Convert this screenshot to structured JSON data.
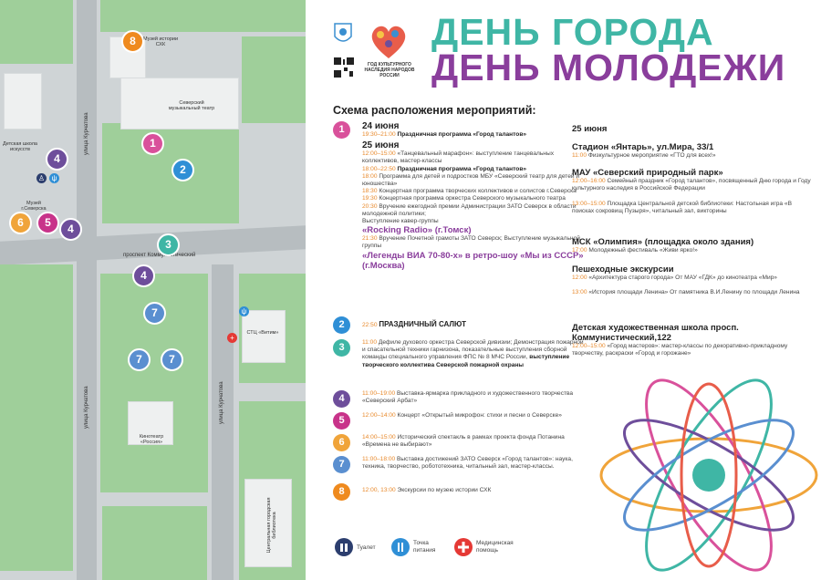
{
  "colors": {
    "m1": "#d9519b",
    "m2": "#2f8fd6",
    "m3": "#3fb6a5",
    "m4": "#6e4e9b",
    "m5": "#c8338a",
    "m6": "#f0a43a",
    "m7": "#5a8fd0",
    "m8": "#ef8a1e"
  },
  "map": {
    "street_kurchatova": "улица Курчатова",
    "prospekt": "проспект Коммунистический",
    "museum": "Музей истории СХК",
    "theatre": "Северский музыкальный театр",
    "art_school": "Детская школа искусств",
    "museum_seversk": "Музей г.Северска",
    "stc": "СТЦ «Витим»",
    "cinema": "Кинотеатр «Россия»",
    "library": "Центральная городская библиотека"
  },
  "header": {
    "title_line1": "ДЕНЬ ГОРОДА",
    "title_line2": "ДЕНЬ МОЛОДЕЖИ",
    "heritage": "ГОД КУЛЬТУРНОГО НАСЛЕДИЯ НАРОДОВ РОССИИ"
  },
  "schedule_title": "Схема расположения мероприятий:",
  "events": {
    "e1_date1": "24 июня",
    "e1_t1": "19:30–21:00",
    "e1_d1": "Праздничная программа «Город талантов»",
    "e1_date2": "25 июня",
    "e1_t2": "12:00–15:00",
    "e1_d2": "«Танцевальный марафон»: выступление танцевальных коллективов, мастер-классы",
    "e1_t3": "18:00–22:50",
    "e1_d3": "Праздничная программа «Город талантов»",
    "e1_t4": "18:00",
    "e1_d4": "Программа для детей и подростков МБУ «Северский театр для детей и юношества»",
    "e1_t5": "18:30",
    "e1_d5": "Концертная программа творческих коллективов и солистов г.Северска",
    "e1_t6": "19:30",
    "e1_d6": "Концертная программа оркестра Северского музыкального театра",
    "e1_t7": "20:30",
    "e1_d7": "Вручение ежегодной премии Администрации ЗАТО Северск в области молодежной политики;",
    "e1_d8": "Выступление кавер-группы",
    "e1_band1": "«Rocking Radio» (г.Томск)",
    "e1_t9": "21:30",
    "e1_d9": "Вручение Почетной грамоты ЗАТО Северск; Выступление музыкальной группы",
    "e1_band2": "«Легенды ВИА 70-80-х» в ретро-шоу «Мы из СССР» (г.Москва)",
    "e2_t": "22:50",
    "e2_d": "ПРАЗДНИЧНЫЙ САЛЮТ",
    "e3_t": "11:00",
    "e3_d": "Дефиле духового оркестра Северской дивизии; Демонстрация пожарной и спасательной техники гарнизона, показательные выступления сборной команды специального управления ФПС № 8 МЧС России,",
    "e3_b": "выступление творческого коллектива Северской пожарной охраны",
    "e4_t": "11:00–19:00",
    "e4_d": "Выставка-ярмарка прикладного и художественного творчества «Северский Арбат»",
    "e5_t": "12:00–14:00",
    "e5_d": "Концерт «Открытый микрофон: стихи и песни о Северске»",
    "e6_t": "14:00–15:00",
    "e6_d": "Исторический спектакль в рамках проекта фонда Потанина «Времена не выбирают»",
    "e7_t": "11:00–18:00",
    "e7_d": "Выставка достижений ЗАТО Северск «Город талантов»: наука, техника, творчество, робототехника, читальный зал, мастер-классы.",
    "e8_t": "12:00, 13:00",
    "e8_d": "Экскурсии по музею истории СХК"
  },
  "col2": {
    "date": "25 июня",
    "v1": "Стадион «Янтарь», ул.Мира, 33/1",
    "v1_t": "11:00",
    "v1_d": "Физкультурное мероприятие «ГТО для всех!»",
    "v2": "МАУ «Северский природный парк»",
    "v2_t": "12:00–16:00",
    "v2_d": "Семейный праздник «Город талантов», посвященный Дню города и Году культурного наследия в Российской Федерации",
    "v2_t2": "13:00–15:00",
    "v2_d2": "Площадка Центральной детской библиотеки: Настольная игра «В поисках сокровищ Пузыря», читальный зал, викторины",
    "v3": "МСК «Олимпия» (площадка около здания)",
    "v3_t": "17:00",
    "v3_d": "Молодежный фестиваль «Живи ярко!»",
    "v4": "Пешеходные экскурсии",
    "v4_t": "12:00",
    "v4_d": "«Архитектура старого города» От МАУ «ГДК» до кинотеатра «Мир»",
    "v4_t2": "13:00",
    "v4_d2": "«История площади Ленина» От памятника В.И.Ленину по площади Ленина",
    "v5": "Детская художественная школа просп. Коммунистический,122",
    "v5_t": "12:00–15:00",
    "v5_d": "«Город мастеров»: мастер-классы по декоративно-прикладному творчеству, раскраски «Город и горожане»"
  },
  "legend": {
    "toilet": "Туалет",
    "food": "Точка питания",
    "medical": "Медицинская помощь"
  },
  "markers": [
    "1",
    "2",
    "3",
    "4",
    "5",
    "6",
    "7",
    "8"
  ]
}
